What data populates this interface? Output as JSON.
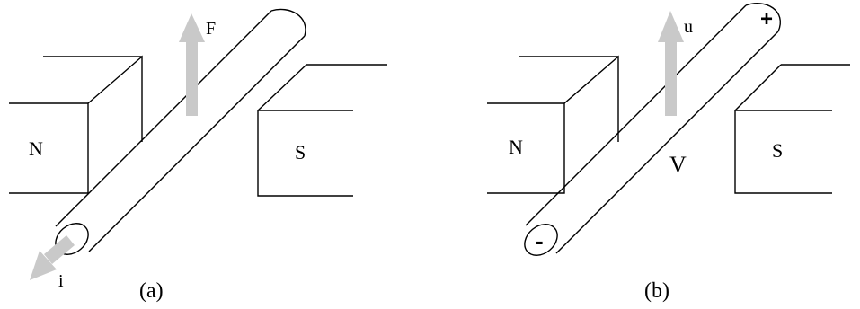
{
  "panel_a": {
    "caption": "(a)",
    "north_label": "N",
    "south_label": "S",
    "force_label": "F",
    "current_label": "i"
  },
  "panel_b": {
    "caption": "(b)",
    "north_label": "N",
    "south_label": "S",
    "velocity_label": "u",
    "voltage_label": "V",
    "positive_terminal": "+",
    "negative_terminal": "-"
  },
  "colors": {
    "line": "#000000",
    "arrow": "#c9c9c9",
    "background": "#ffffff"
  }
}
